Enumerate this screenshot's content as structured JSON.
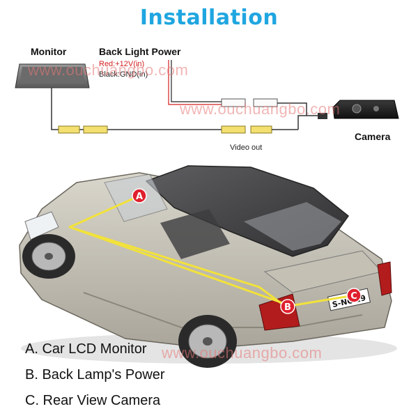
{
  "title": "Installation",
  "wiring": {
    "monitor_label": "Monitor",
    "power_label": "Back Light Power",
    "red_wire": "Red:+12V(in)",
    "black_wire": "Black:GND(in)",
    "video_out": "Video out",
    "camera_label": "Camera"
  },
  "watermarks": [
    "www.ouchuangbo.com",
    "www.ouchuangbo.com",
    "www.ouchuangbo.com"
  ],
  "car_markers": [
    "A",
    "B",
    "C"
  ],
  "plate_text": "S-NC 29",
  "legend": [
    "A. Car LCD Monitor",
    "B. Back Lamp's Power",
    "C. Rear View Camera"
  ],
  "colors": {
    "title": "#1fa6e0",
    "marker": "#e0202e",
    "wire_path": "#f2e23a",
    "connector": "#f3e070"
  }
}
